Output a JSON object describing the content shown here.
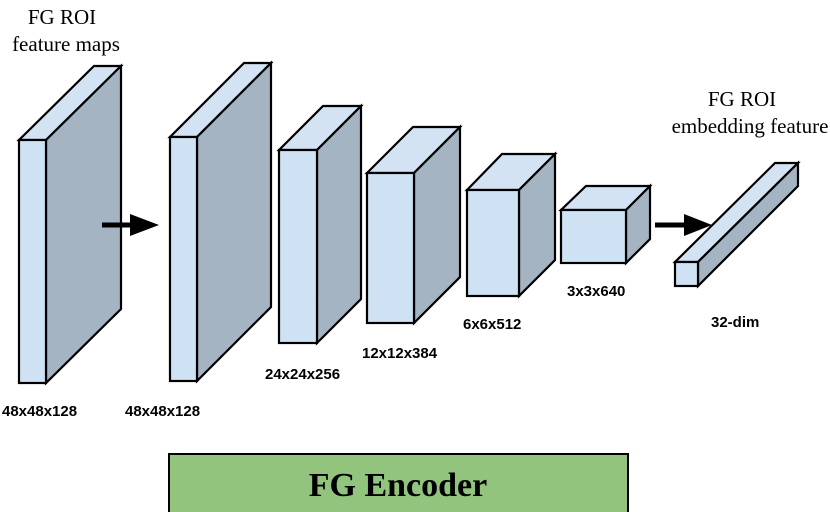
{
  "diagram": {
    "title_left_line1": "FG ROI",
    "title_left_line2": "feature maps",
    "title_right_line1": "FG ROI",
    "title_right_line2": "embedding feature",
    "encoder_label": "FG Encoder",
    "colors": {
      "front": "#cfe2f3",
      "top": "#d3e3f3",
      "side": "#a5b4c3",
      "stroke": "#000000",
      "encoder": "#93c47d"
    },
    "blocks": [
      {
        "label": "48x48x128"
      },
      {
        "label": "48x48x128"
      },
      {
        "label": "24x24x256"
      },
      {
        "label": "12x12x384"
      },
      {
        "label": "6x6x512"
      },
      {
        "label": "3x3x640"
      },
      {
        "label": "32-dim"
      }
    ]
  }
}
